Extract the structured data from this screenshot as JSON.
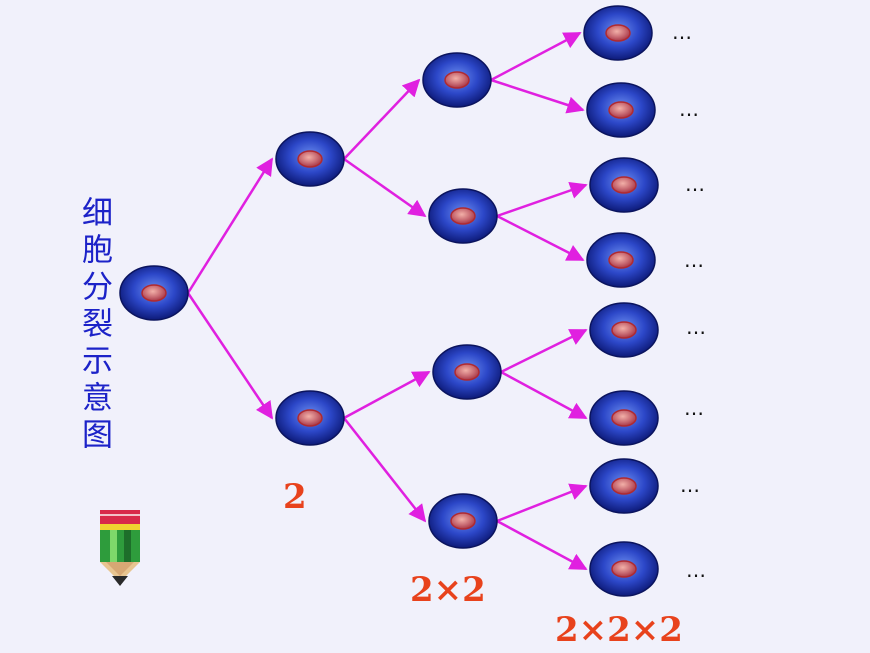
{
  "diagram": {
    "title": "细胞分裂示意图",
    "count_level1": "2",
    "count_level2": "2×2",
    "count_level3": "2×2×2",
    "ellipsis": "…",
    "colors": {
      "background": "#f1f1fb",
      "arrow": "#e020e0",
      "cell_outer": "#1a2aa8",
      "cell_nucleus": "#c85a6a",
      "title": "#1c22c8",
      "count": "#e8421c"
    },
    "icon": "pencil-icon"
  }
}
